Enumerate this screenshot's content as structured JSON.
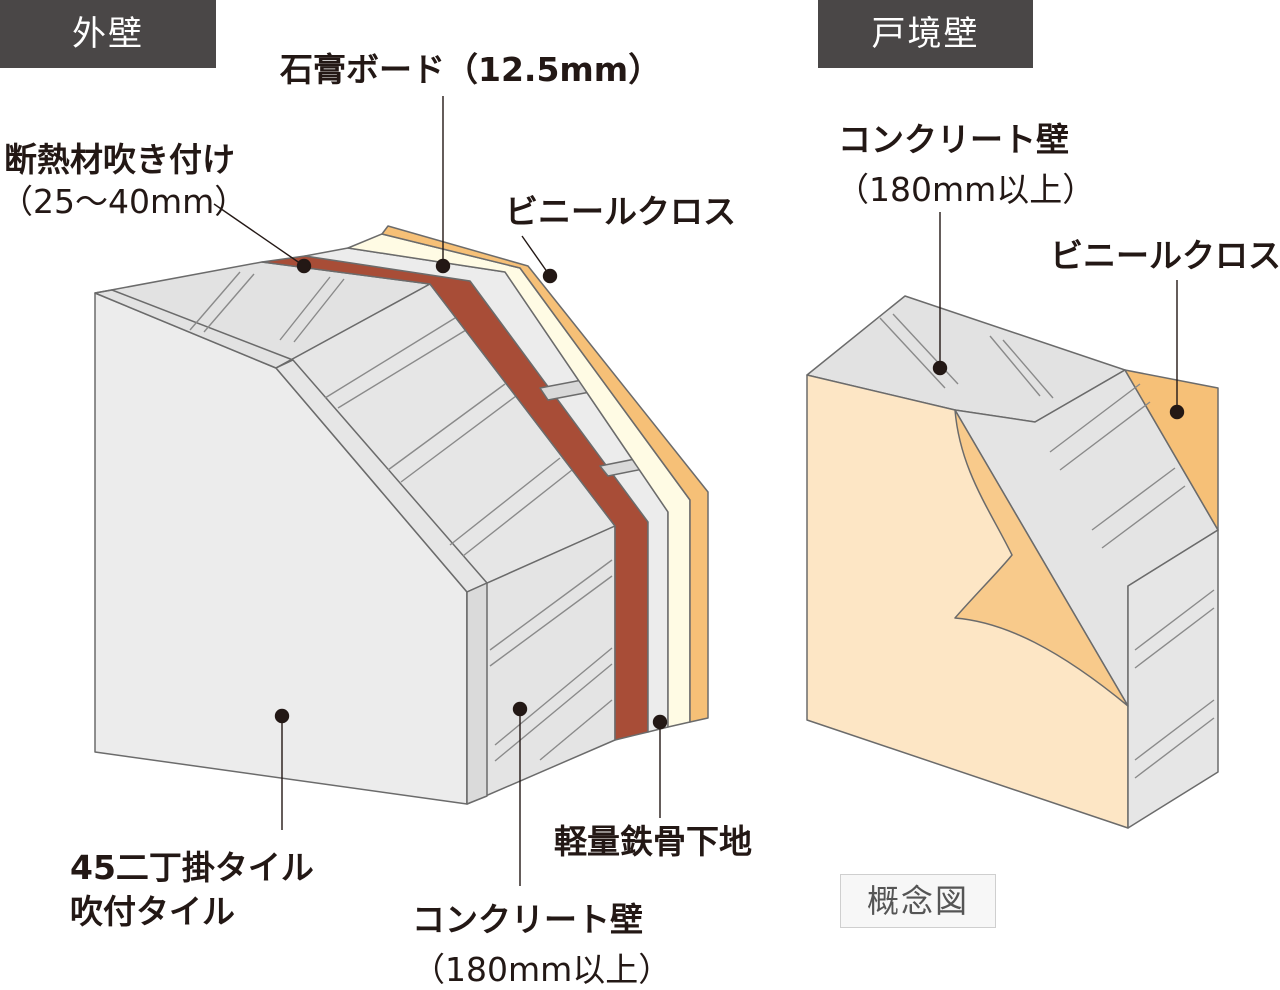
{
  "left_tab": "外壁",
  "right_tab": "戸境壁",
  "left_labels": {
    "gypsum": "石膏ボード（12.5mm）",
    "insulation_line1": "断熱材吹き付け",
    "insulation_line2": "（25〜40mm）",
    "vinyl": "ビニールクロス",
    "tile_line1": "45二丁掛タイル",
    "tile_line2": "吹付タイル",
    "steel": "軽量鉄骨下地",
    "concrete_line1": "コンクリート壁",
    "concrete_line2": "（180mm以上）"
  },
  "right_labels": {
    "concrete_line1": "コンクリート壁",
    "concrete_line2": "（180mm以上）",
    "vinyl": "ビニールクロス"
  },
  "concept_badge": "概念図",
  "colors": {
    "tab_bg": "#4a4747",
    "concrete_face": "#e6e6e6",
    "concrete_light": "#f0f0f0",
    "insulation": "#a84d37",
    "gypsum": "#fffbe4",
    "vinyl": "#f6c077",
    "cloth_face": "#fde6c5",
    "cloth_peel": "#f8ca8b",
    "outline": "#666666",
    "leader": "#231815"
  }
}
